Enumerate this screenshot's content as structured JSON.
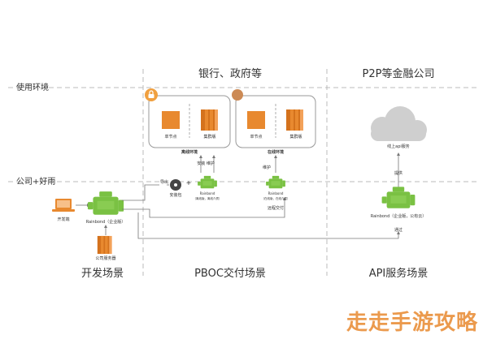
{
  "sections": {
    "top_left": "银行、政府等",
    "top_right": "P2P等金融公司",
    "bottom_left": "开发场景",
    "bottom_middle": "PBOC交付场景",
    "bottom_right": "API服务场景"
  },
  "swimlanes": {
    "usage_env": "使用环境",
    "company": "公司+好雨"
  },
  "offline_env": {
    "label": "离线环境",
    "single_node": "单节点",
    "cluster": "集群版",
    "install_maintain": "安装 维护"
  },
  "online_env": {
    "label": "在线环境",
    "single_node": "单节点",
    "cluster": "集群版",
    "maintain": "维护"
  },
  "dev_scene": {
    "developer": "开发端",
    "rainbond": "Rainbond（企业版）",
    "company_server": "公司服务器"
  },
  "pboc_scene": {
    "export": "导出",
    "install_package": "安装包",
    "plus": "+",
    "rainbond_offline": "Rainbond",
    "rainbond_offline_sub": "（离线版，离线介质）",
    "rainbond_online": "Rainbond",
    "rainbond_online_sub": "（在线版，在线介质）",
    "remote_delivery": "远程交付"
  },
  "api_scene": {
    "cloud_label": "线上api服务",
    "provide": "提供",
    "rainbond": "Rainbond（企业版，公有云）",
    "deliver": "通过"
  },
  "watermark": "走走手游攻略",
  "colors": {
    "rainbond_green": "#7ac143",
    "server_orange": "#e8892f",
    "lock_orange": "#f0a040",
    "dash_gray": "#bbbbbb",
    "line_gray": "#777777",
    "cloud_gray": "#cfcfcf"
  }
}
